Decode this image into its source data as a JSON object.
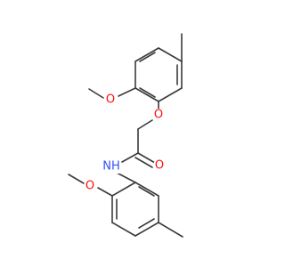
{
  "structure": {
    "atoms": [
      {
        "id": "o_ether_top",
        "symbol": "O",
        "color": "#ff0d0d"
      },
      {
        "id": "o_phenoxy",
        "symbol": "O",
        "color": "#ff0d0d"
      },
      {
        "id": "o_carbonyl",
        "symbol": "O",
        "color": "#ff0d0d"
      },
      {
        "id": "n_amide",
        "symbol": "NH",
        "color": "#3050f8"
      },
      {
        "id": "o_ether_bottom",
        "symbol": "O",
        "color": "#ff0d0d"
      }
    ],
    "bond_color": "#3a3a3a",
    "background": "#ffffff"
  }
}
